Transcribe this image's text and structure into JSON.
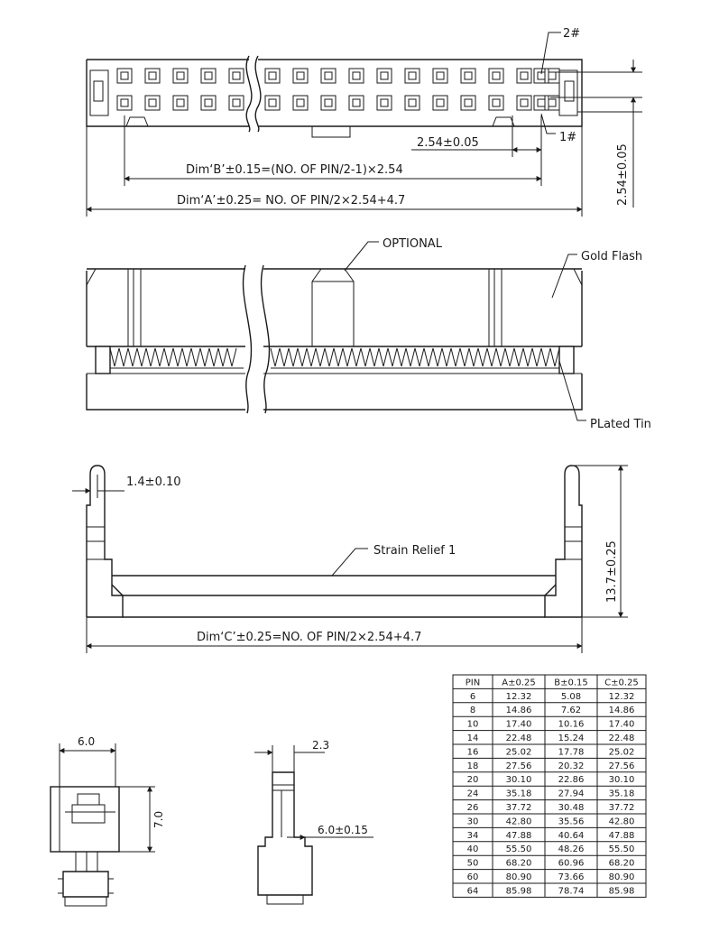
{
  "labels": {
    "pin2": "2#",
    "pin1": "1#",
    "pitch": "2.54±0.05",
    "dim_b": "Dim‘B’±0.15=(NO. OF PIN/2-1)×2.54",
    "dim_a": "Dim‘A’±0.25= NO. OF PIN/2×2.54+4.7",
    "pitch_vertical": "2.54±0.05",
    "optional": "OPTIONAL",
    "gold_flash": "Gold Flash",
    "plated_tin": "PLated Tin",
    "latch": "1.4±0.10",
    "strain_relief": "Strain Relief 1",
    "height": "13.7±0.25",
    "dim_c": "Dim‘C’±0.25=NO. OF PIN/2×2.54+4.7",
    "w60": "6.0",
    "h70": "7.0",
    "w23": "2.3",
    "w60tol": "6.0±0.15"
  },
  "table": {
    "headers": [
      "PIN",
      "A±0.25",
      "B±0.15",
      "C±0.25"
    ],
    "rows": [
      [
        "6",
        "12.32",
        "5.08",
        "12.32"
      ],
      [
        "8",
        "14.86",
        "7.62",
        "14.86"
      ],
      [
        "10",
        "17.40",
        "10.16",
        "17.40"
      ],
      [
        "14",
        "22.48",
        "15.24",
        "22.48"
      ],
      [
        "16",
        "25.02",
        "17.78",
        "25.02"
      ],
      [
        "18",
        "27.56",
        "20.32",
        "27.56"
      ],
      [
        "20",
        "30.10",
        "22.86",
        "30.10"
      ],
      [
        "24",
        "35.18",
        "27.94",
        "35.18"
      ],
      [
        "26",
        "37.72",
        "30.48",
        "37.72"
      ],
      [
        "30",
        "42.80",
        "35.56",
        "42.80"
      ],
      [
        "34",
        "47.88",
        "40.64",
        "47.88"
      ],
      [
        "40",
        "55.50",
        "48.26",
        "55.50"
      ],
      [
        "50",
        "68.20",
        "60.96",
        "68.20"
      ],
      [
        "60",
        "80.90",
        "73.66",
        "80.90"
      ],
      [
        "64",
        "85.98",
        "78.74",
        "85.98"
      ]
    ]
  }
}
